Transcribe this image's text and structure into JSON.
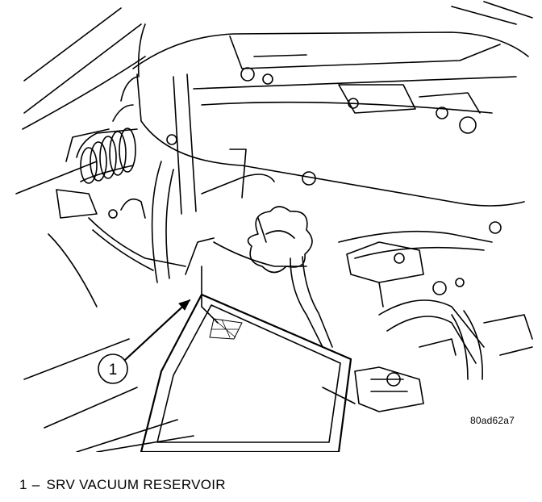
{
  "figure": {
    "reference_code": "80ad62a7",
    "callouts": [
      {
        "number": "1",
        "label": "SRV VACUUM RESERVOIR"
      }
    ],
    "legend_separator": "–",
    "colors": {
      "ink": "#000000",
      "paper": "#ffffff"
    }
  }
}
